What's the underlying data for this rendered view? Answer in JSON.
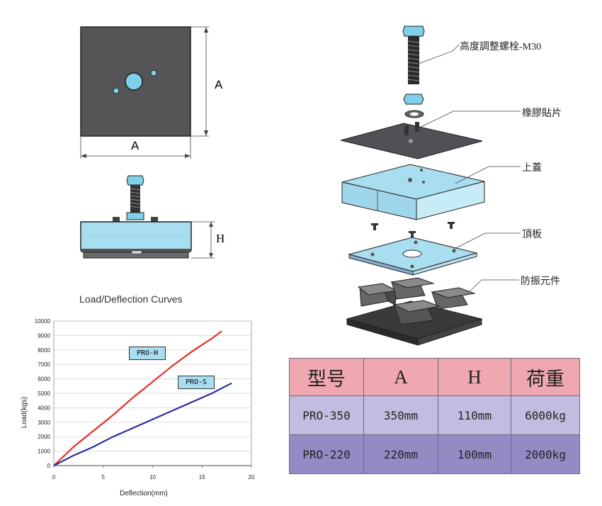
{
  "dimensions": {
    "a_label": "A",
    "h_label": "H"
  },
  "parts": [
    {
      "label": "高度調整螺栓-M30"
    },
    {
      "label": "橡膠貼片"
    },
    {
      "label": "上蓋"
    },
    {
      "label": "頂板"
    },
    {
      "label": "防振元件"
    }
  ],
  "chart": {
    "title": "Load/Deflection Curves",
    "xlabel": "Deflection(mm)",
    "ylabel": "Load(kgs)",
    "series_labels": [
      "PRO-H",
      "PRO-S"
    ]
  },
  "chart_data": {
    "type": "line",
    "title": "Load/Deflection Curves",
    "xlabel": "Deflection(mm)",
    "ylabel": "Load(kgs)",
    "xlim": [
      0,
      20
    ],
    "ylim": [
      0,
      10000
    ],
    "xticks": [
      0,
      5,
      10,
      15,
      20
    ],
    "yticks": [
      0,
      1000,
      2000,
      3000,
      4000,
      5000,
      6000,
      7000,
      8000,
      9000,
      10000
    ],
    "grid": true,
    "series": [
      {
        "name": "PRO-H",
        "color": "#e0302a",
        "points": [
          [
            0,
            0
          ],
          [
            2,
            1300
          ],
          [
            4,
            2400
          ],
          [
            6,
            3500
          ],
          [
            8,
            4700
          ],
          [
            10,
            5800
          ],
          [
            12,
            6900
          ],
          [
            14,
            7900
          ],
          [
            16,
            8800
          ],
          [
            17,
            9300
          ]
        ]
      },
      {
        "name": "PRO-S",
        "color": "#2b2f9c",
        "points": [
          [
            0,
            0
          ],
          [
            2,
            700
          ],
          [
            4,
            1300
          ],
          [
            6,
            2000
          ],
          [
            8,
            2600
          ],
          [
            10,
            3200
          ],
          [
            12,
            3800
          ],
          [
            14,
            4400
          ],
          [
            16,
            5000
          ],
          [
            18,
            5700
          ]
        ]
      }
    ]
  },
  "table": {
    "headers": [
      "型号",
      "A",
      "H",
      "荷重"
    ],
    "rows": [
      [
        "PRO-350",
        "350mm",
        "110mm",
        "6000kg"
      ],
      [
        "PRO-220",
        "220mm",
        "100mm",
        "2000kg"
      ]
    ]
  }
}
